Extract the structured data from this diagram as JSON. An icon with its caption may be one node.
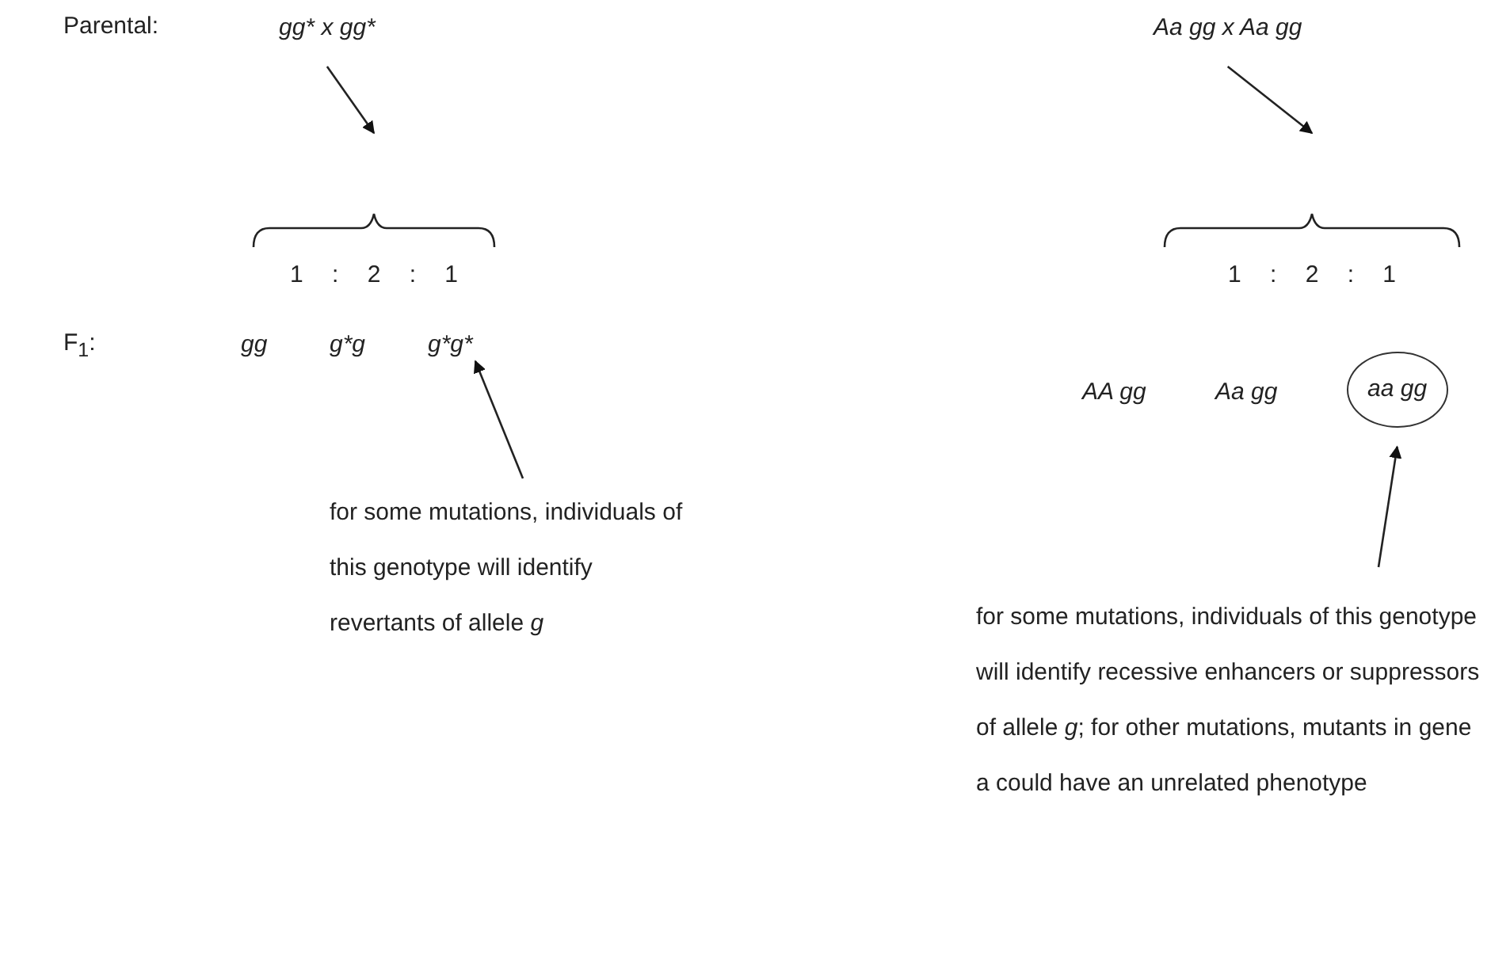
{
  "diagram": {
    "nodes": [
      {
        "text": [
          "gg* x gg*"
        ]
      },
      {
        "text": [
          "1 : 2 : 1"
        ]
      },
      {
        "text": [
          "Aa gg x Aa gg"
        ]
      },
      {
        "text": [
          "1 : 2 : 1"
        ]
      },
      {
        "text": [
          "gg"
        ]
      },
      {
        "text": [
          "g*g"
        ]
      },
      {
        "text": [
          "g*g*"
        ]
      },
      {
        "text": [
          "AA gg"
        ]
      },
      {
        "text": [
          "Aa gg"
        ]
      },
      {
        "text": [
          "aa gg"
        ]
      },
      {
        "text": [
          "for some mutations, individuals of this genotype will identify revertants of allele *g*"
        ]
      },
      {
        "text": [
          "for some mutations, individuals of this genotype will identify recessive enhancers or suppressors of allele *g*; for other mutations, mutants in gene a could have an unrelated phenotype"
        ]
      }
    ],
    "edges": [
      {
        "from": 0,
        "to": 1,
        "arrow": "to"
      },
      {
        "from": 2,
        "to": 3,
        "arrow": "to"
      },
      {
        "from": 10,
        "to": 6,
        "arrow": "to"
      },
      {
        "from": 11,
        "to": 9,
        "arrow": "to"
      }
    ],
    "labels": [
      "Parental:",
      "F$_{1}$:"
    ]
  }
}
